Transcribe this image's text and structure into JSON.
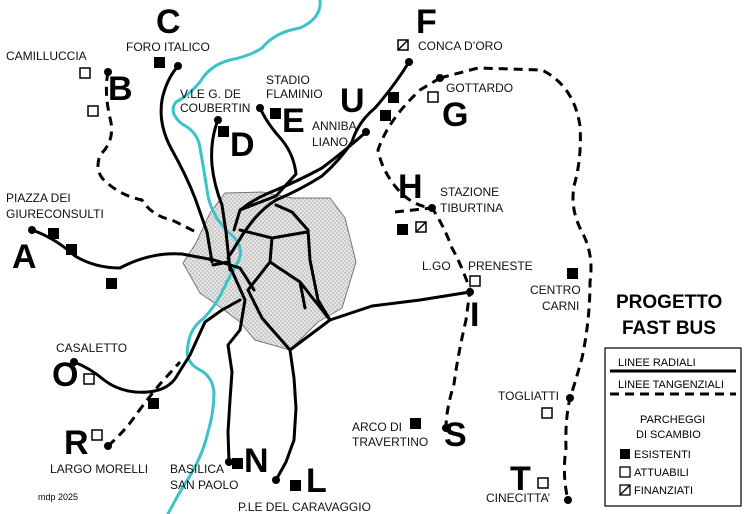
{
  "title": [
    "PROGETTO",
    "FAST BUS"
  ],
  "credit": "mdp 2025",
  "line_letters": [
    "A",
    "B",
    "C",
    "D",
    "E",
    "F",
    "G",
    "H",
    "I",
    "L",
    "N",
    "O",
    "R",
    "S",
    "T",
    "U"
  ],
  "places": {
    "camilluccia": "CAMILLUCCIA",
    "foro_italico": "FORO ITALICO",
    "vle_coubertin_1": "V.LE G. DE",
    "vle_coubertin_2": "COUBERTIN",
    "stadio_1": "STADIO",
    "stadio_2": "FLAMINIO",
    "conca_doro": "CONCA D’ORO",
    "gottardo": "GOTTARDO",
    "annibaliano_1": "ANNIBA",
    "annibaliano_2": "LIANO",
    "piazza_1": "PIAZZA DEI",
    "piazza_2": "GIURECONSULTI",
    "stazione_1": "STAZIONE",
    "stazione_2": "TIBURTINA",
    "lgo": "L.GO",
    "prenestre": "PRENESTE",
    "centro_1": "CENTRO",
    "centro_2": "CARNI",
    "casaletto": "CASALETTO",
    "togliatti": "TOGLIATTI",
    "arco_1": "ARCO DI",
    "arco_2": "TRAVERTINO",
    "largo_morelli": "LARGO MORELLI",
    "basilica_1": "BASILICA",
    "basilica_2": "SAN PAOLO",
    "caravaggio": "P.LE DEL CARAVAGGIO",
    "cinecitta": "CINECITTA’"
  },
  "legend": {
    "radial": "LINEE RADIALI",
    "tangential": "LINEE TANGENZIALI",
    "parking_1": "PARCHEGGI",
    "parking_2": "DI SCAMBIO",
    "existing": "ESISTENTI",
    "activatable": "ATTUABILI",
    "financed": "FINANZIATI"
  },
  "colors": {
    "river": "#3cc2c8",
    "center_area": "#e6e6e6",
    "lines": "#000000"
  },
  "parking_symbols": {
    "existing": "filled-black-square",
    "activatable": "empty-white-square",
    "financed": "square-with-diagonal"
  }
}
